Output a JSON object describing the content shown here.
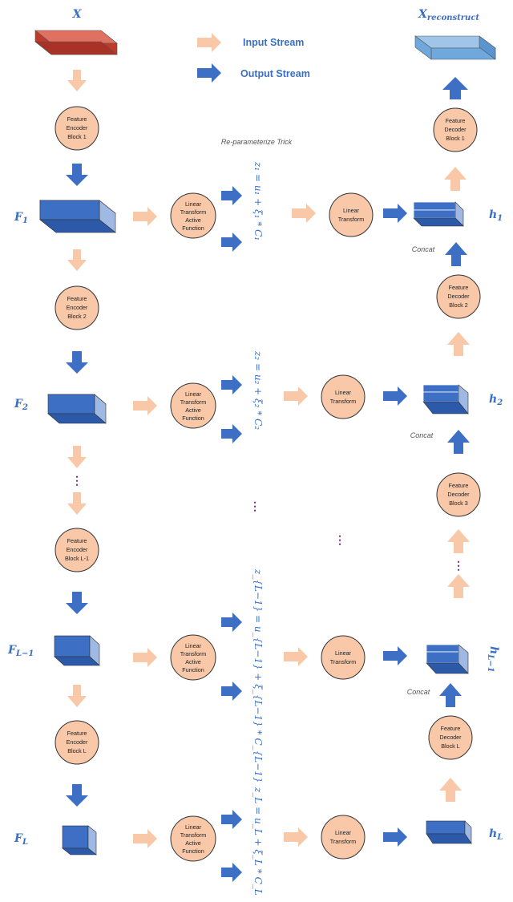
{
  "labels": {
    "x": "X",
    "x_reconstruct": "X",
    "x_reconstruct_sub": "reconstruct",
    "f1": "F",
    "f1_sub": "1",
    "f2": "F",
    "f2_sub": "2",
    "fl1": "F",
    "fl1_sub": "L−1",
    "fl": "F",
    "fl_sub": "L",
    "h1": "h",
    "h1_sub": "1",
    "h2": "h",
    "h2_sub": "2",
    "hl1": "h",
    "hl1_sub": "L−1",
    "hl": "h",
    "hl_sub": "L"
  },
  "legend": {
    "input": "Input Stream",
    "output": "Output Stream"
  },
  "notes": {
    "reparam": "Re-parameterize Trick",
    "concat1": "Concat",
    "concat2": "Concat",
    "concat3": "Concat"
  },
  "encoder_blocks": [
    [
      "Feature",
      "Encoder",
      "Block 1"
    ],
    [
      "Feature",
      "Encoder",
      "Block 2"
    ],
    [
      "Feature",
      "Encoder",
      "Block L-1"
    ],
    [
      "Feature",
      "Encoder",
      "Block L"
    ]
  ],
  "decoder_blocks": [
    [
      "Feature",
      "Decoder",
      "Block 1"
    ],
    [
      "Feature",
      "Decoder",
      "Block 2"
    ],
    [
      "Feature",
      "Decoder",
      "Block 3"
    ],
    [
      "Feature",
      "Decoder",
      "Block L"
    ]
  ],
  "linear_active": [
    "Linear",
    "Transform",
    "Active",
    "Function"
  ],
  "linear": [
    "Linear",
    "Transform"
  ],
  "equations": [
    "z₁ = u₁ + ξ₁ * C₁",
    "z₂ = u₂ + ξ₂ * C₂",
    "z_{L−1} = u_{L−1} + ξ_{L−1} * C_{L−1}",
    "z_L = u_L + ξ_L * C_L"
  ],
  "colors": {
    "input_arrow": "#f8c8a8",
    "output_arrow": "#3d6fc4",
    "node_fill": "#f8c8a8",
    "node_stroke": "#333333",
    "feature_blue": "#3d6fc4",
    "input_red": "#c0392b",
    "recon_blue": "#6fa8dc",
    "label_blue": "#3a6fc4",
    "dots_purple": "#7b2c8e"
  }
}
